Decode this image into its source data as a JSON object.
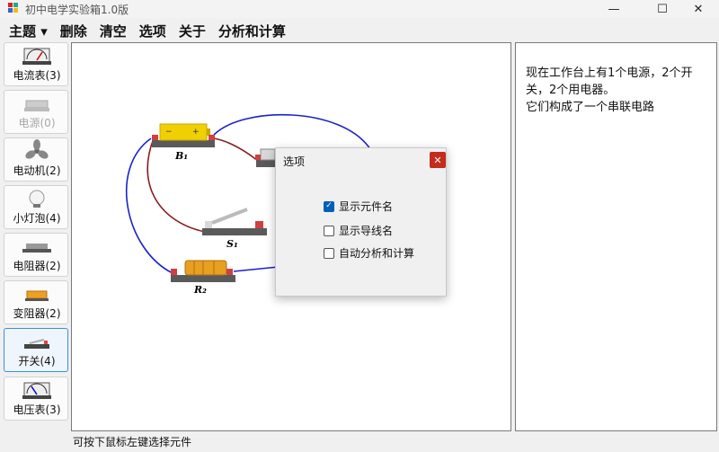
{
  "window": {
    "title": "初中电学实验箱1.0版"
  },
  "menu": {
    "theme": "主题 ▾",
    "delete": "删除",
    "clear": "清空",
    "options": "选项",
    "about": "关于",
    "analyze": "分析和计算"
  },
  "toolbox": [
    {
      "label": "电流表(3)",
      "icon": "ammeter-icon"
    },
    {
      "label": "电源(0)",
      "icon": "battery-icon"
    },
    {
      "label": "电动机(2)",
      "icon": "fan-motor-icon"
    },
    {
      "label": "小灯泡(4)",
      "icon": "bulb-icon"
    },
    {
      "label": "电阻器(2)",
      "icon": "resistor-icon"
    },
    {
      "label": "变阻器(2)",
      "icon": "rheostat-icon"
    },
    {
      "label": "开关(4)",
      "icon": "switch-icon"
    },
    {
      "label": "电压表(3)",
      "icon": "voltmeter-icon"
    }
  ],
  "circuit": {
    "battery_label": "B₁",
    "switch_label": "S₁",
    "resistor_label": "R₂",
    "colors": {
      "wire_blue": "#1a22cc",
      "wire_red": "#8b1a1a",
      "battery": "#f0d000",
      "resistor": "#e8a020"
    }
  },
  "info": {
    "text": "现在工作台上有1个电源，2个开关，2个用电器。\n它们构成了一个串联电路"
  },
  "status": {
    "text": "可按下鼠标左键选择元件"
  },
  "dialog": {
    "title": "选项",
    "options": [
      {
        "label": "显示元件名",
        "checked": true
      },
      {
        "label": "显示导线名",
        "checked": false
      },
      {
        "label": "自动分析和计算",
        "checked": false
      }
    ]
  }
}
